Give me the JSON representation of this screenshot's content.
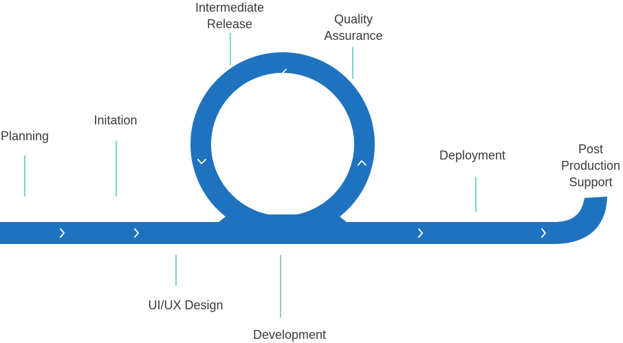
{
  "colors": {
    "track": "#1f73be",
    "leader": "#2bb3a8",
    "label": "#3a3a3a",
    "chevron": "#ffffff"
  },
  "stages": {
    "planning": "Planning",
    "initiation": "Initation",
    "ui_ux_design": "UI/UX Design",
    "development": "Development",
    "intermediate_release_line1": "Intermediate",
    "intermediate_release_line2": "Release",
    "quality_assurance_line1": "Quality",
    "quality_assurance_line2": "Assurance",
    "deployment": "Deployment",
    "post_production_support_line1": "Post",
    "post_production_support_line2": "Production",
    "post_production_support_line3": "Support"
  }
}
